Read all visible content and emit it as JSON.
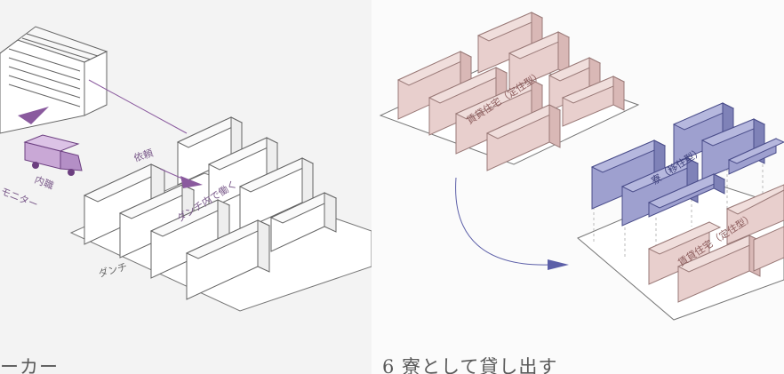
{
  "left": {
    "labels": {
      "request": "依頼",
      "work": "ダンチ内で働く",
      "danchi": "ダンチ",
      "naishoku": "内職",
      "monitor": "モニター"
    },
    "caption": "ーカー"
  },
  "right": {
    "labels": {
      "rental_top": "賃貸住宅（定住型）",
      "dorm": "寮（移住型）",
      "rental_bottom": "賃貸住宅（定住型）"
    },
    "caption": "6 寮として貸し出す"
  },
  "colors": {
    "pink_front": "#e8cfcd",
    "pink_side": "#d9b8b6",
    "blue_front": "#9ea0cf",
    "blue_side": "#7f82b8",
    "purple_accent": "#8a5a9e",
    "arrow_blue": "#5c5fa8"
  }
}
